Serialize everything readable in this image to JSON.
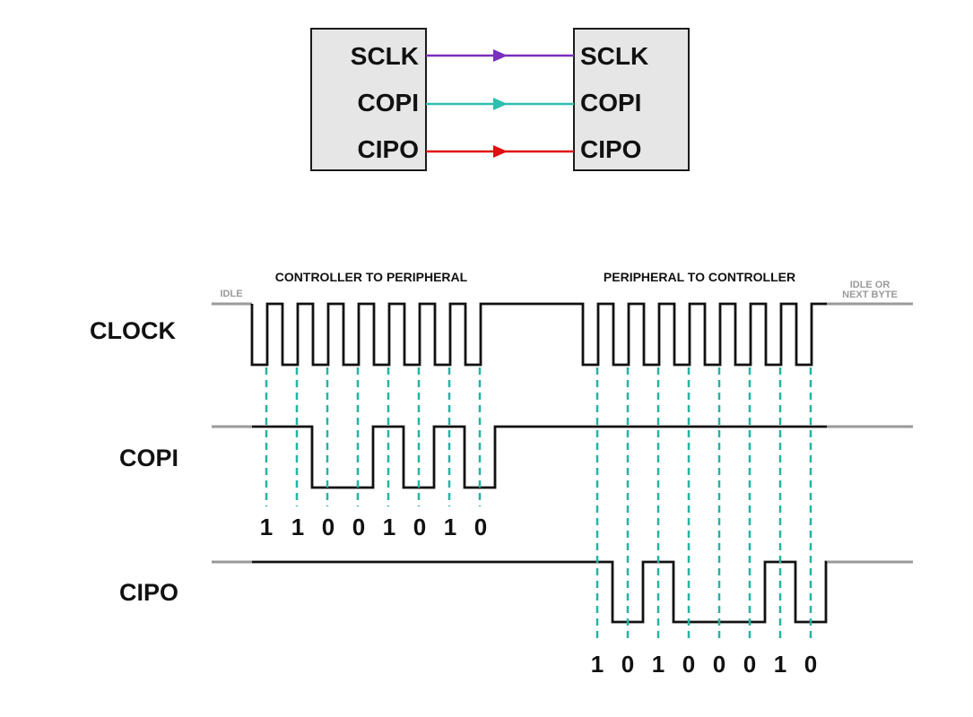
{
  "colors": {
    "sclk": "#7a2fbd",
    "copi": "#2ebfae",
    "cipo": "#e01010",
    "sample_line": "#26b3a4",
    "idle": "#9a9a9a"
  },
  "block_diagram": {
    "left_pins": [
      "SCLK",
      "COPI",
      "CIPO"
    ],
    "right_pins": [
      "SCLK",
      "COPI",
      "CIPO"
    ]
  },
  "timing": {
    "section_1": "CONTROLLER TO PERIPHERAL",
    "section_2": "PERIPHERAL TO CONTROLLER",
    "idle_start": "IDLE",
    "idle_end_line1": "IDLE OR",
    "idle_end_line2": "NEXT BYTE",
    "rows": {
      "clock": "CLOCK",
      "copi": "COPI",
      "cipo": "CIPO"
    },
    "copi_bits": [
      "1",
      "1",
      "0",
      "0",
      "1",
      "0",
      "1",
      "0"
    ],
    "cipo_bits": [
      "1",
      "0",
      "1",
      "0",
      "0",
      "0",
      "1",
      "0"
    ]
  }
}
